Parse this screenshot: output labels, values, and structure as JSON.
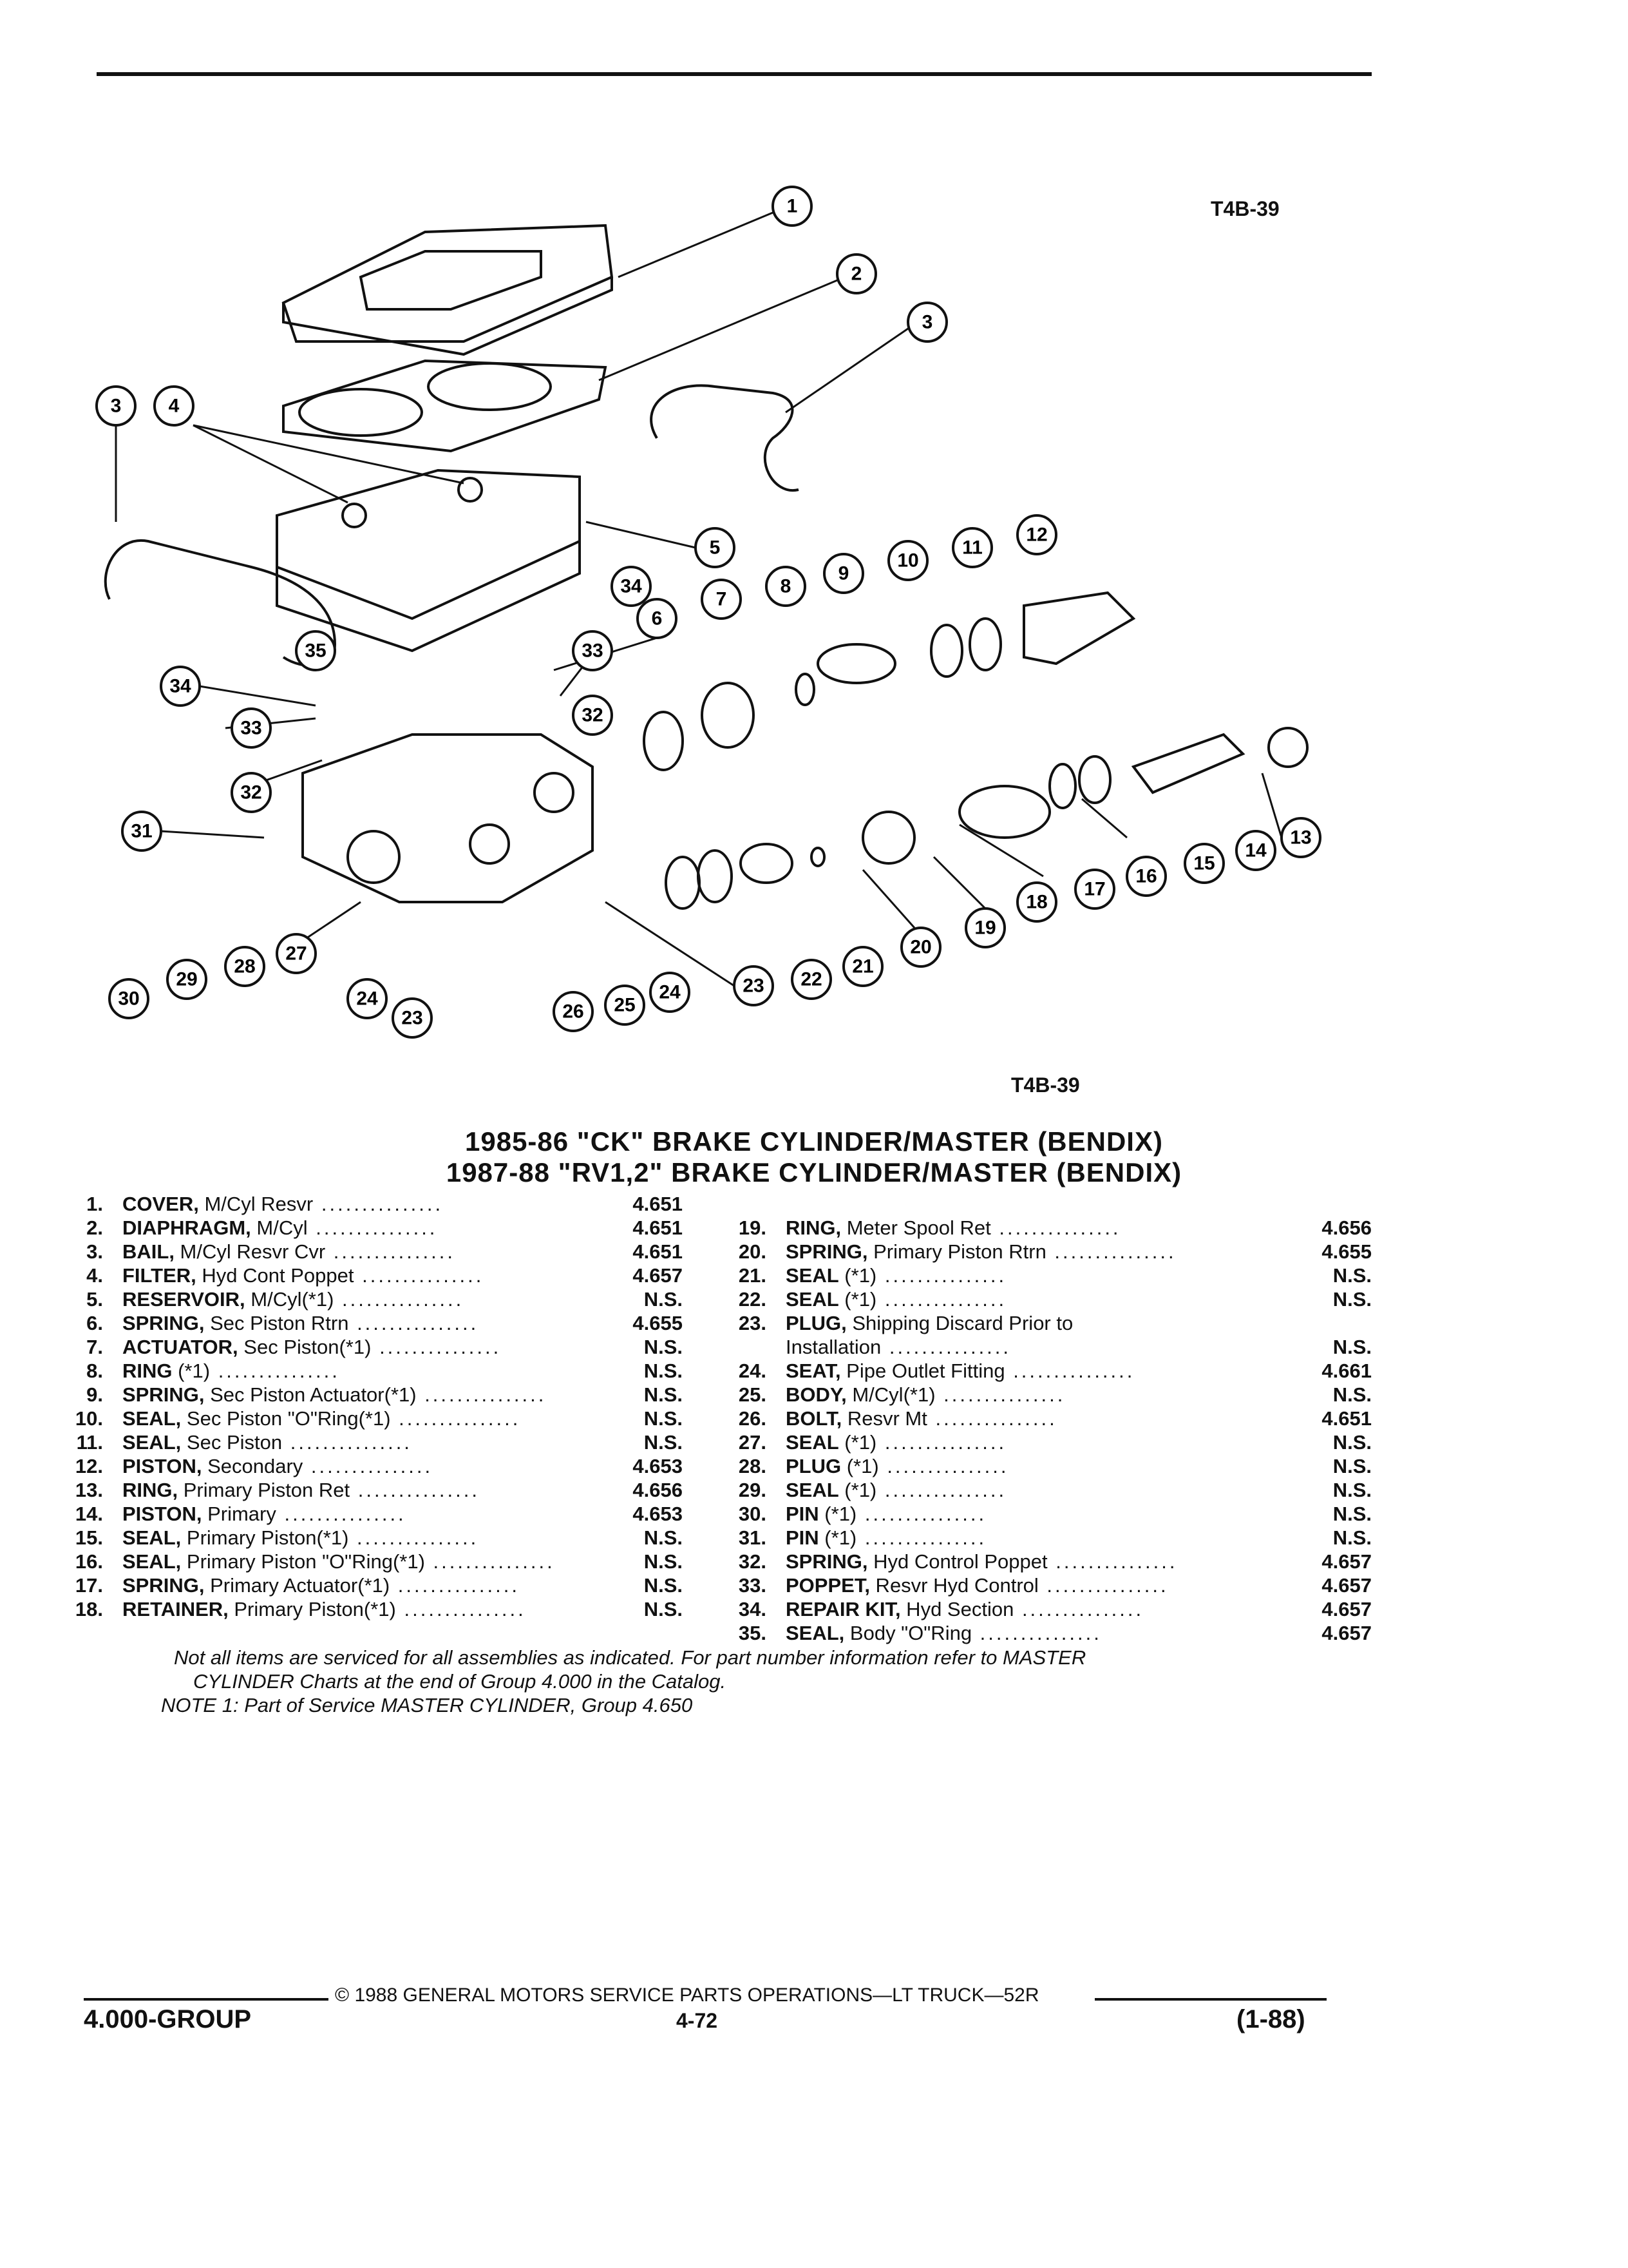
{
  "header": {
    "tag_top": "T4B-39",
    "tag_bottom": "T4B-39"
  },
  "titles": {
    "line1": "1985-86 \"CK\" BRAKE CYLINDER/MASTER (BENDIX)",
    "line2": "1987-88 \"RV1,2\" BRAKE CYLINDER/MASTER (BENDIX)"
  },
  "callouts": [
    "1",
    "2",
    "3",
    "3",
    "4",
    "5",
    "6",
    "7",
    "8",
    "9",
    "10",
    "11",
    "12",
    "13",
    "14",
    "15",
    "16",
    "17",
    "18",
    "19",
    "20",
    "21",
    "22",
    "23",
    "23",
    "24",
    "24",
    "25",
    "26",
    "27",
    "28",
    "29",
    "30",
    "31",
    "32",
    "32",
    "33",
    "33",
    "34",
    "34",
    "35"
  ],
  "parts_left": [
    {
      "num": "1.",
      "name": "COVER,",
      "desc": " M/Cyl Resvr",
      "ref": "4.651"
    },
    {
      "num": "2.",
      "name": "DIAPHRAGM,",
      "desc": " M/Cyl",
      "ref": "4.651"
    },
    {
      "num": "3.",
      "name": "BAIL,",
      "desc": " M/Cyl Resvr Cvr",
      "ref": "4.651"
    },
    {
      "num": "4.",
      "name": "FILTER,",
      "desc": " Hyd Cont Poppet",
      "ref": "4.657"
    },
    {
      "num": "5.",
      "name": "RESERVOIR,",
      "desc": " M/Cyl(*1)",
      "ref": "N.S."
    },
    {
      "num": "6.",
      "name": "SPRING,",
      "desc": " Sec Piston Rtrn",
      "ref": "4.655"
    },
    {
      "num": "7.",
      "name": "ACTUATOR,",
      "desc": " Sec Piston(*1)",
      "ref": "N.S."
    },
    {
      "num": "8.",
      "name": "RING",
      "desc": " (*1)",
      "ref": "N.S."
    },
    {
      "num": "9.",
      "name": "SPRING,",
      "desc": " Sec Piston Actuator(*1)",
      "ref": "N.S."
    },
    {
      "num": "10.",
      "name": "SEAL,",
      "desc": " Sec Piston \"O\"Ring(*1)",
      "ref": "N.S."
    },
    {
      "num": "11.",
      "name": "SEAL,",
      "desc": " Sec Piston",
      "ref": "N.S."
    },
    {
      "num": "12.",
      "name": "PISTON,",
      "desc": " Secondary",
      "ref": "4.653"
    },
    {
      "num": "13.",
      "name": "RING,",
      "desc": " Primary Piston Ret",
      "ref": "4.656"
    },
    {
      "num": "14.",
      "name": "PISTON,",
      "desc": " Primary",
      "ref": "4.653"
    },
    {
      "num": "15.",
      "name": "SEAL,",
      "desc": " Primary Piston(*1)",
      "ref": "N.S."
    },
    {
      "num": "16.",
      "name": "SEAL,",
      "desc": " Primary Piston \"O\"Ring(*1)",
      "ref": "N.S."
    },
    {
      "num": "17.",
      "name": "SPRING,",
      "desc": " Primary Actuator(*1)",
      "ref": "N.S."
    },
    {
      "num": "18.",
      "name": "RETAINER,",
      "desc": " Primary Piston(*1)",
      "ref": "N.S."
    }
  ],
  "parts_right": [
    {
      "num": "19.",
      "name": "RING,",
      "desc": " Meter Spool Ret",
      "ref": "4.656"
    },
    {
      "num": "20.",
      "name": "SPRING,",
      "desc": " Primary Piston Rtrn",
      "ref": "4.655"
    },
    {
      "num": "21.",
      "name": "SEAL",
      "desc": " (*1)",
      "ref": "N.S."
    },
    {
      "num": "22.",
      "name": "SEAL",
      "desc": " (*1)",
      "ref": "N.S."
    },
    {
      "num": "23.",
      "name": "PLUG,",
      "desc": " Shipping Discard Prior to",
      "ref": ""
    },
    {
      "num": "",
      "name": "",
      "desc": "Installation",
      "ref": "N.S."
    },
    {
      "num": "24.",
      "name": "SEAT,",
      "desc": " Pipe Outlet Fitting",
      "ref": "4.661"
    },
    {
      "num": "25.",
      "name": "BODY,",
      "desc": " M/Cyl(*1)",
      "ref": "N.S."
    },
    {
      "num": "26.",
      "name": "BOLT,",
      "desc": " Resvr Mt",
      "ref": "4.651"
    },
    {
      "num": "27.",
      "name": "SEAL",
      "desc": " (*1)",
      "ref": "N.S."
    },
    {
      "num": "28.",
      "name": "PLUG",
      "desc": " (*1)",
      "ref": "N.S."
    },
    {
      "num": "29.",
      "name": "SEAL",
      "desc": " (*1)",
      "ref": "N.S."
    },
    {
      "num": "30.",
      "name": "PIN",
      "desc": " (*1)",
      "ref": "N.S."
    },
    {
      "num": "31.",
      "name": "PIN",
      "desc": " (*1)",
      "ref": "N.S."
    },
    {
      "num": "32.",
      "name": "SPRING,",
      "desc": " Hyd Control Poppet",
      "ref": "4.657"
    },
    {
      "num": "33.",
      "name": "POPPET,",
      "desc": " Resvr Hyd Control",
      "ref": "4.657"
    },
    {
      "num": "34.",
      "name": "REPAIR KIT,",
      "desc": " Hyd Section",
      "ref": "4.657"
    },
    {
      "num": "35.",
      "name": "SEAL,",
      "desc": " Body \"O\"Ring",
      "ref": "4.657"
    }
  ],
  "notes": {
    "line1": "Not all items are serviced for all assemblies as indicated. For part number information refer to MASTER",
    "line2": "CYLINDER Charts at the end of Group 4.000 in the Catalog.",
    "line3": "NOTE 1: Part of Service MASTER CYLINDER, Group 4.650"
  },
  "footer": {
    "copyright": "© 1988 GENERAL MOTORS SERVICE PARTS OPERATIONS—LT TRUCK—52R",
    "group": "4.000-GROUP",
    "page": "4-72",
    "date": "(1-88)"
  }
}
